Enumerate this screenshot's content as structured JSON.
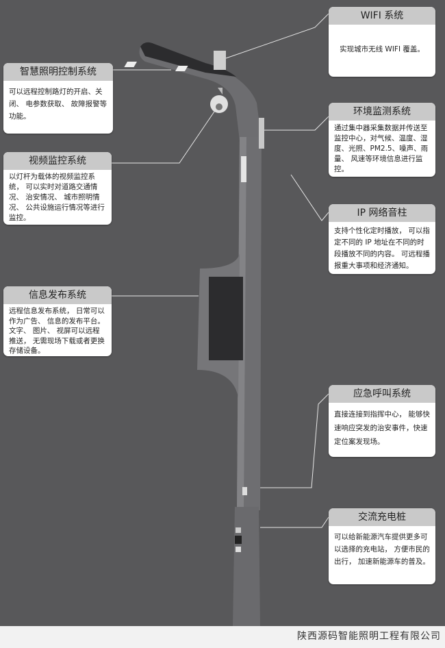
{
  "systems": {
    "wifi": {
      "title": "WIFI 系统",
      "desc": "实现城市无线 WIFI 覆盖。"
    },
    "lighting": {
      "title": "智慧照明控制系统",
      "desc": "可以远程控制路灯的开启、关闭、 电参数获取、 故障报警等功能。"
    },
    "video": {
      "title": "视频监控系统",
      "desc": "以灯杆为载体的视频监控系统， 可以实时对道路交通情况、 治安情况、 城市照明情况、 公共设施运行情况等进行监控。"
    },
    "info": {
      "title": "信息发布系统",
      "desc": "远程信息发布系统， 日常可以作为广告、 信息的发布平台。 文字、 图片、 视屏可以远程推送， 无需现场下载或者更换存储设备。"
    },
    "env": {
      "title": "环境监测系统",
      "desc": "通过集中器采集数据并传送至监控中心，对气候、温度、湿度、光照、PM2.5、噪声、雨量、 风速等环境信息进行监控。"
    },
    "ip": {
      "title": "IP 网络音柱",
      "desc": "支持个性化定时播放， 可以指定不同的 IP 地址在不同的时段播放不同的内容。 可远程播报重大事项和经济通知。"
    },
    "emergency": {
      "title": "应急呼叫系统",
      "desc": "直接连接到指挥中心， 能够快速响应突发的治安事件，快速定位案发现场。"
    },
    "charging": {
      "title": "交流充电桩",
      "desc": "可以给新能源汽车提供更多可以选择的充电站， 方便市民的出行， 加速新能源车的普及。"
    }
  },
  "footer": {
    "company": "陕西源码智能照明工程有限公司"
  }
}
